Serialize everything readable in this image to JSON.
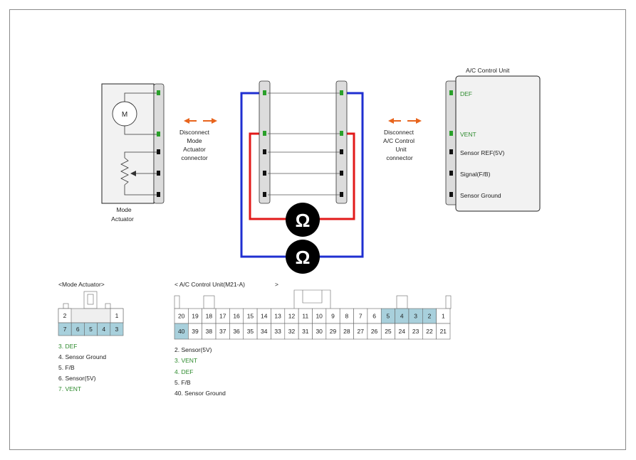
{
  "mode_actuator": {
    "motor_symbol": "M",
    "label_line1": "Mode",
    "label_line2": "Actuator"
  },
  "disconnect_left": [
    "Disconnect",
    "Mode",
    "Actuator",
    "connector"
  ],
  "disconnect_right": [
    "Disconnect",
    "A/C Control",
    "Unit",
    "connector"
  ],
  "control_unit": {
    "title": "A/C Control Unit",
    "pins": [
      "DEF",
      "VENT",
      "Sensor REF(5V)",
      "Signal(F/B)",
      "Sensor Ground"
    ]
  },
  "ohmmeter_symbol": "Ω",
  "colors": {
    "blue_wire": "#1f2fd1",
    "red_wire": "#e21a1a",
    "green_pin": "#2aa02a",
    "arrow": "#e8641c",
    "highlight_cell": "#a8d0dc",
    "green_text": "#2e8b2e"
  },
  "actuator_connector": {
    "title": "<Mode Actuator>",
    "top_row": [
      "2",
      "",
      "",
      "",
      "1"
    ],
    "bottom_row": [
      "7",
      "6",
      "5",
      "4",
      "3"
    ],
    "notes": [
      {
        "text": "3. DEF",
        "green": true
      },
      {
        "text": "4. Sensor Ground",
        "green": false
      },
      {
        "text": "5. F/B",
        "green": false
      },
      {
        "text": "6. Sensor(5V)",
        "green": false
      },
      {
        "text": "7. VENT",
        "green": true
      }
    ]
  },
  "acu_connector": {
    "title": "< A/C Control Unit(M21-A)",
    "title_end": ">",
    "top_row": [
      "20",
      "19",
      "18",
      "17",
      "16",
      "15",
      "14",
      "13",
      "12",
      "11",
      "10",
      "9",
      "8",
      "7",
      "6",
      "5",
      "4",
      "3",
      "2",
      "1"
    ],
    "bottom_row": [
      "40",
      "39",
      "38",
      "37",
      "36",
      "35",
      "34",
      "33",
      "32",
      "31",
      "30",
      "29",
      "28",
      "27",
      "26",
      "25",
      "24",
      "23",
      "22",
      "21"
    ],
    "notes": [
      {
        "text": "2. Sensor(5V)",
        "green": false
      },
      {
        "text": "3. VENT",
        "green": true
      },
      {
        "text": "4. DEF",
        "green": true
      },
      {
        "text": "5. F/B",
        "green": false
      },
      {
        "text": "40. Sensor Ground",
        "green": false
      }
    ]
  }
}
